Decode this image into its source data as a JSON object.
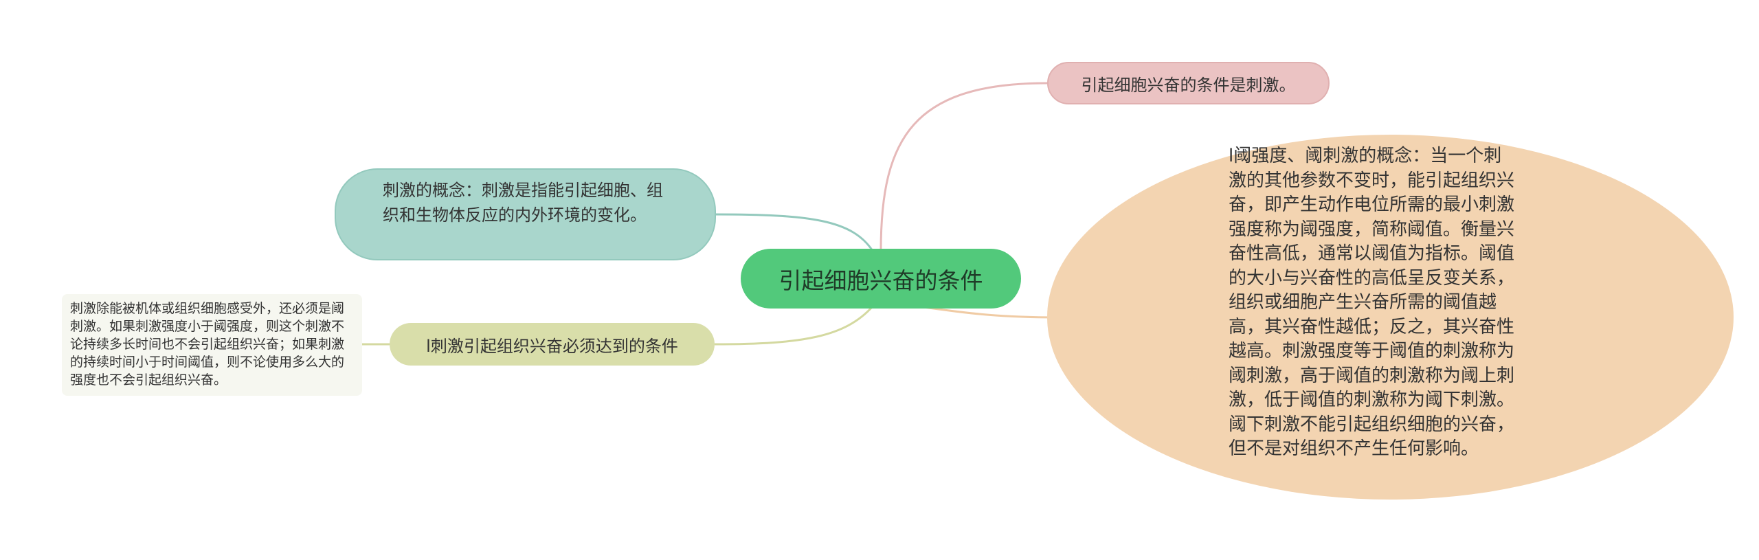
{
  "root": {
    "label": "引起细胞兴奋的条件"
  },
  "branches": {
    "top": {
      "label": "引起细胞兴奋的条件是刺激。",
      "color": "#ebc3c3"
    },
    "threshold": {
      "label": "l阈强度、阈刺激的概念：当一个刺激的其他参数不变时，能引起组织兴奋，即产生动作电位所需的最小刺激强度称为阈强度，简称阈值。衡量兴奋性高低，通常以阈值为指标。阈值的大小与兴奋性的高低呈反变关系，组织或细胞产生兴奋所需的阈值越高，其兴奋性越低；反之，其兴奋性越高。刺激强度等于阈值的刺激称为阈刺激，高于阈值的刺激称为阈上刺激，低于阈值的刺激称为阈下刺激。阈下刺激不能引起组织细胞的兴奋，但不是对组织不产生任何影响。",
      "color": "#f3d4b1"
    },
    "definition": {
      "label": "刺激的概念：刺激是指能引起细胞、组织和生物体反应的内外环境的变化。",
      "color": "#a9d6cc"
    },
    "condition": {
      "label": "l刺激引起组织兴奋必须达到的条件",
      "color": "#d9deaa"
    },
    "note": {
      "label": "刺激除能被机体或组织细胞感受外，还必须是阈刺激。如果刺激强度小于阈强度，则这个刺激不论持续多长时间也不会引起组织兴奋；如果刺激的持续时间小于时间阈值，则不论使用多么大的强度也不会引起组织兴奋。"
    }
  },
  "colors": {
    "root": "#52c97b"
  }
}
